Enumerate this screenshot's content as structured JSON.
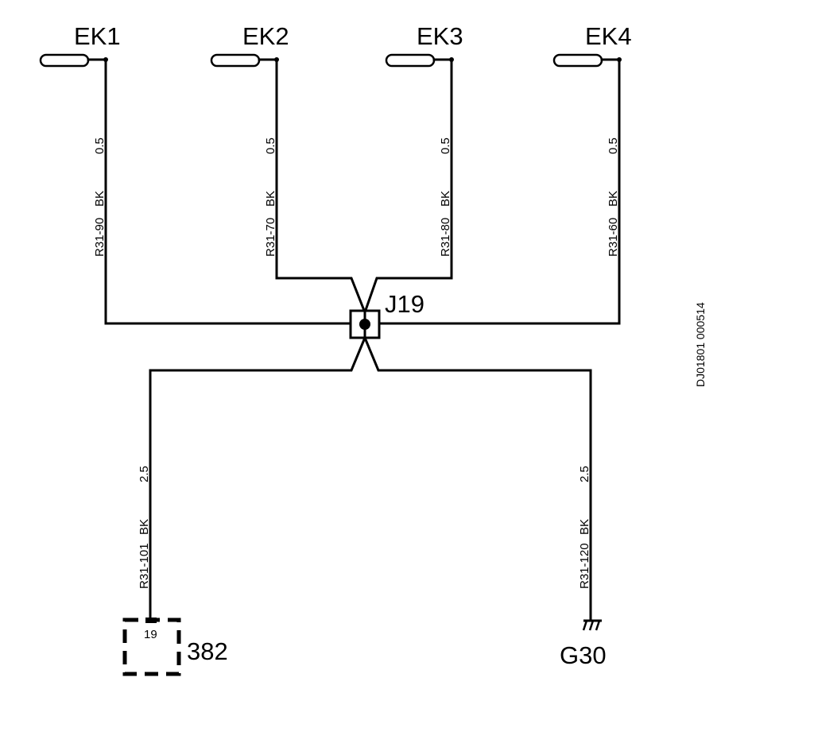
{
  "ek_connectors": [
    {
      "id": "EK1",
      "wire": {
        "circuit": "R31-90",
        "color": "BK",
        "gauge": "0.5"
      }
    },
    {
      "id": "EK2",
      "wire": {
        "circuit": "R31-70",
        "color": "BK",
        "gauge": "0.5"
      }
    },
    {
      "id": "EK3",
      "wire": {
        "circuit": "R31-80",
        "color": "BK",
        "gauge": "0.5"
      }
    },
    {
      "id": "EK4",
      "wire": {
        "circuit": "R31-60",
        "color": "BK",
        "gauge": "0.5"
      }
    }
  ],
  "junction": {
    "id": "J19"
  },
  "lower_left": {
    "wire": {
      "circuit": "R31-101",
      "color": "BK",
      "gauge": "2.5"
    },
    "component": "382",
    "pin": "19"
  },
  "lower_right": {
    "wire": {
      "circuit": "R31-120",
      "color": "BK",
      "gauge": "2.5"
    },
    "ground": "G30"
  },
  "reference_code": "DJ01801 000514"
}
